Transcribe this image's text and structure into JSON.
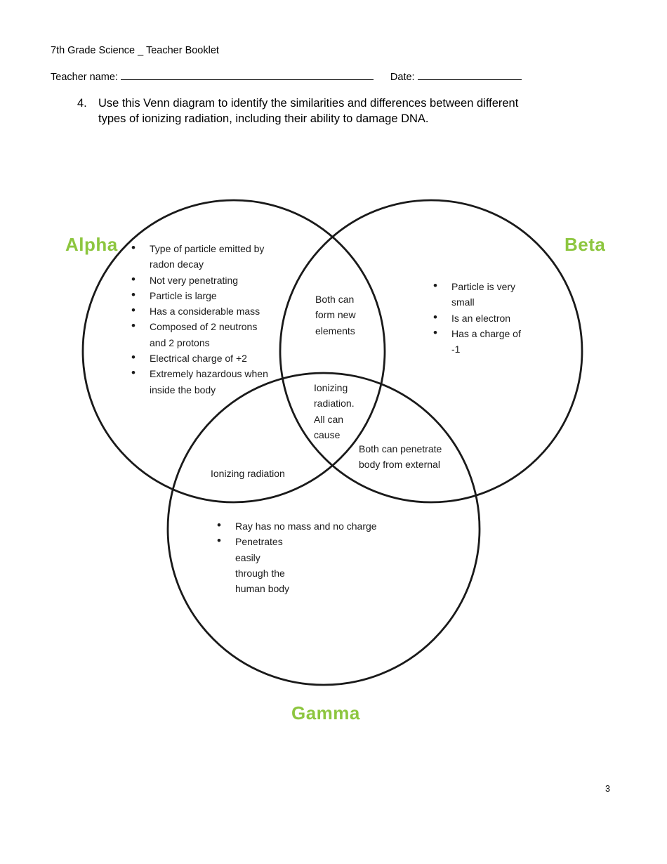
{
  "page": {
    "header": "7th Grade Science _ Teacher Booklet",
    "teacher_label": "Teacher name:",
    "date_label": "Date:",
    "page_number": "3"
  },
  "question": {
    "number": "4.",
    "line1": "Use this Venn diagram to identify the similarities and differences between different",
    "line2": "types of ionizing radiation, including their ability to damage DNA."
  },
  "venn": {
    "label_color": "#8dc63f",
    "circle_color": "#1a1a1a",
    "alpha": {
      "label": "Alpha",
      "items": [
        "Type of particle emitted by\nradon decay",
        "Not very penetrating",
        "Particle is large",
        "Has a considerable mass",
        "Composed of 2 neutrons\nand 2 protons",
        "Electrical charge of +2",
        "Extremely hazardous when\ninside the body"
      ]
    },
    "beta": {
      "label": "Beta",
      "items": [
        "Particle is very\nsmall",
        "Is an electron",
        "Has a charge of\n-1"
      ]
    },
    "gamma": {
      "label": "Gamma",
      "items": [
        "Ray has no mass and no charge",
        "Penetrates\neasily\nthrough the\nhuman body"
      ]
    },
    "alpha_beta_overlap": "Both can\nform new\nelements",
    "center_overlap": "Ionizing\nradiation.\n All can\ncause",
    "beta_gamma_overlap": "Both can penetrate\nbody from external",
    "alpha_gamma_overlap": "Ionizing radiation"
  }
}
